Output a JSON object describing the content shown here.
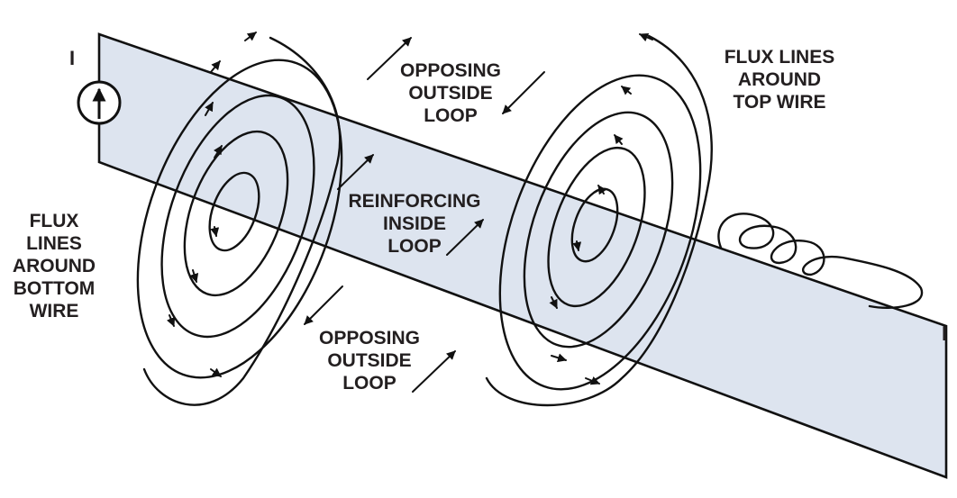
{
  "diagram": {
    "current_label_left": "I",
    "current_label_right": "I",
    "flux_bottom": [
      "FLUX",
      "LINES",
      "AROUND",
      "BOTTOM",
      "WIRE"
    ],
    "flux_top": [
      "FLUX LINES",
      "AROUND",
      "TOP WIRE"
    ],
    "opposing_top": [
      "OPPOSING",
      "OUTSIDE",
      "LOOP"
    ],
    "opposing_bottom": [
      "OPPOSING",
      "OUTSIDE",
      "LOOP"
    ],
    "reinforcing": [
      "REINFORCING",
      "INSIDE",
      "LOOP"
    ]
  },
  "colors": {
    "wire_fill": "#dde4ef",
    "stroke": "#111111"
  }
}
